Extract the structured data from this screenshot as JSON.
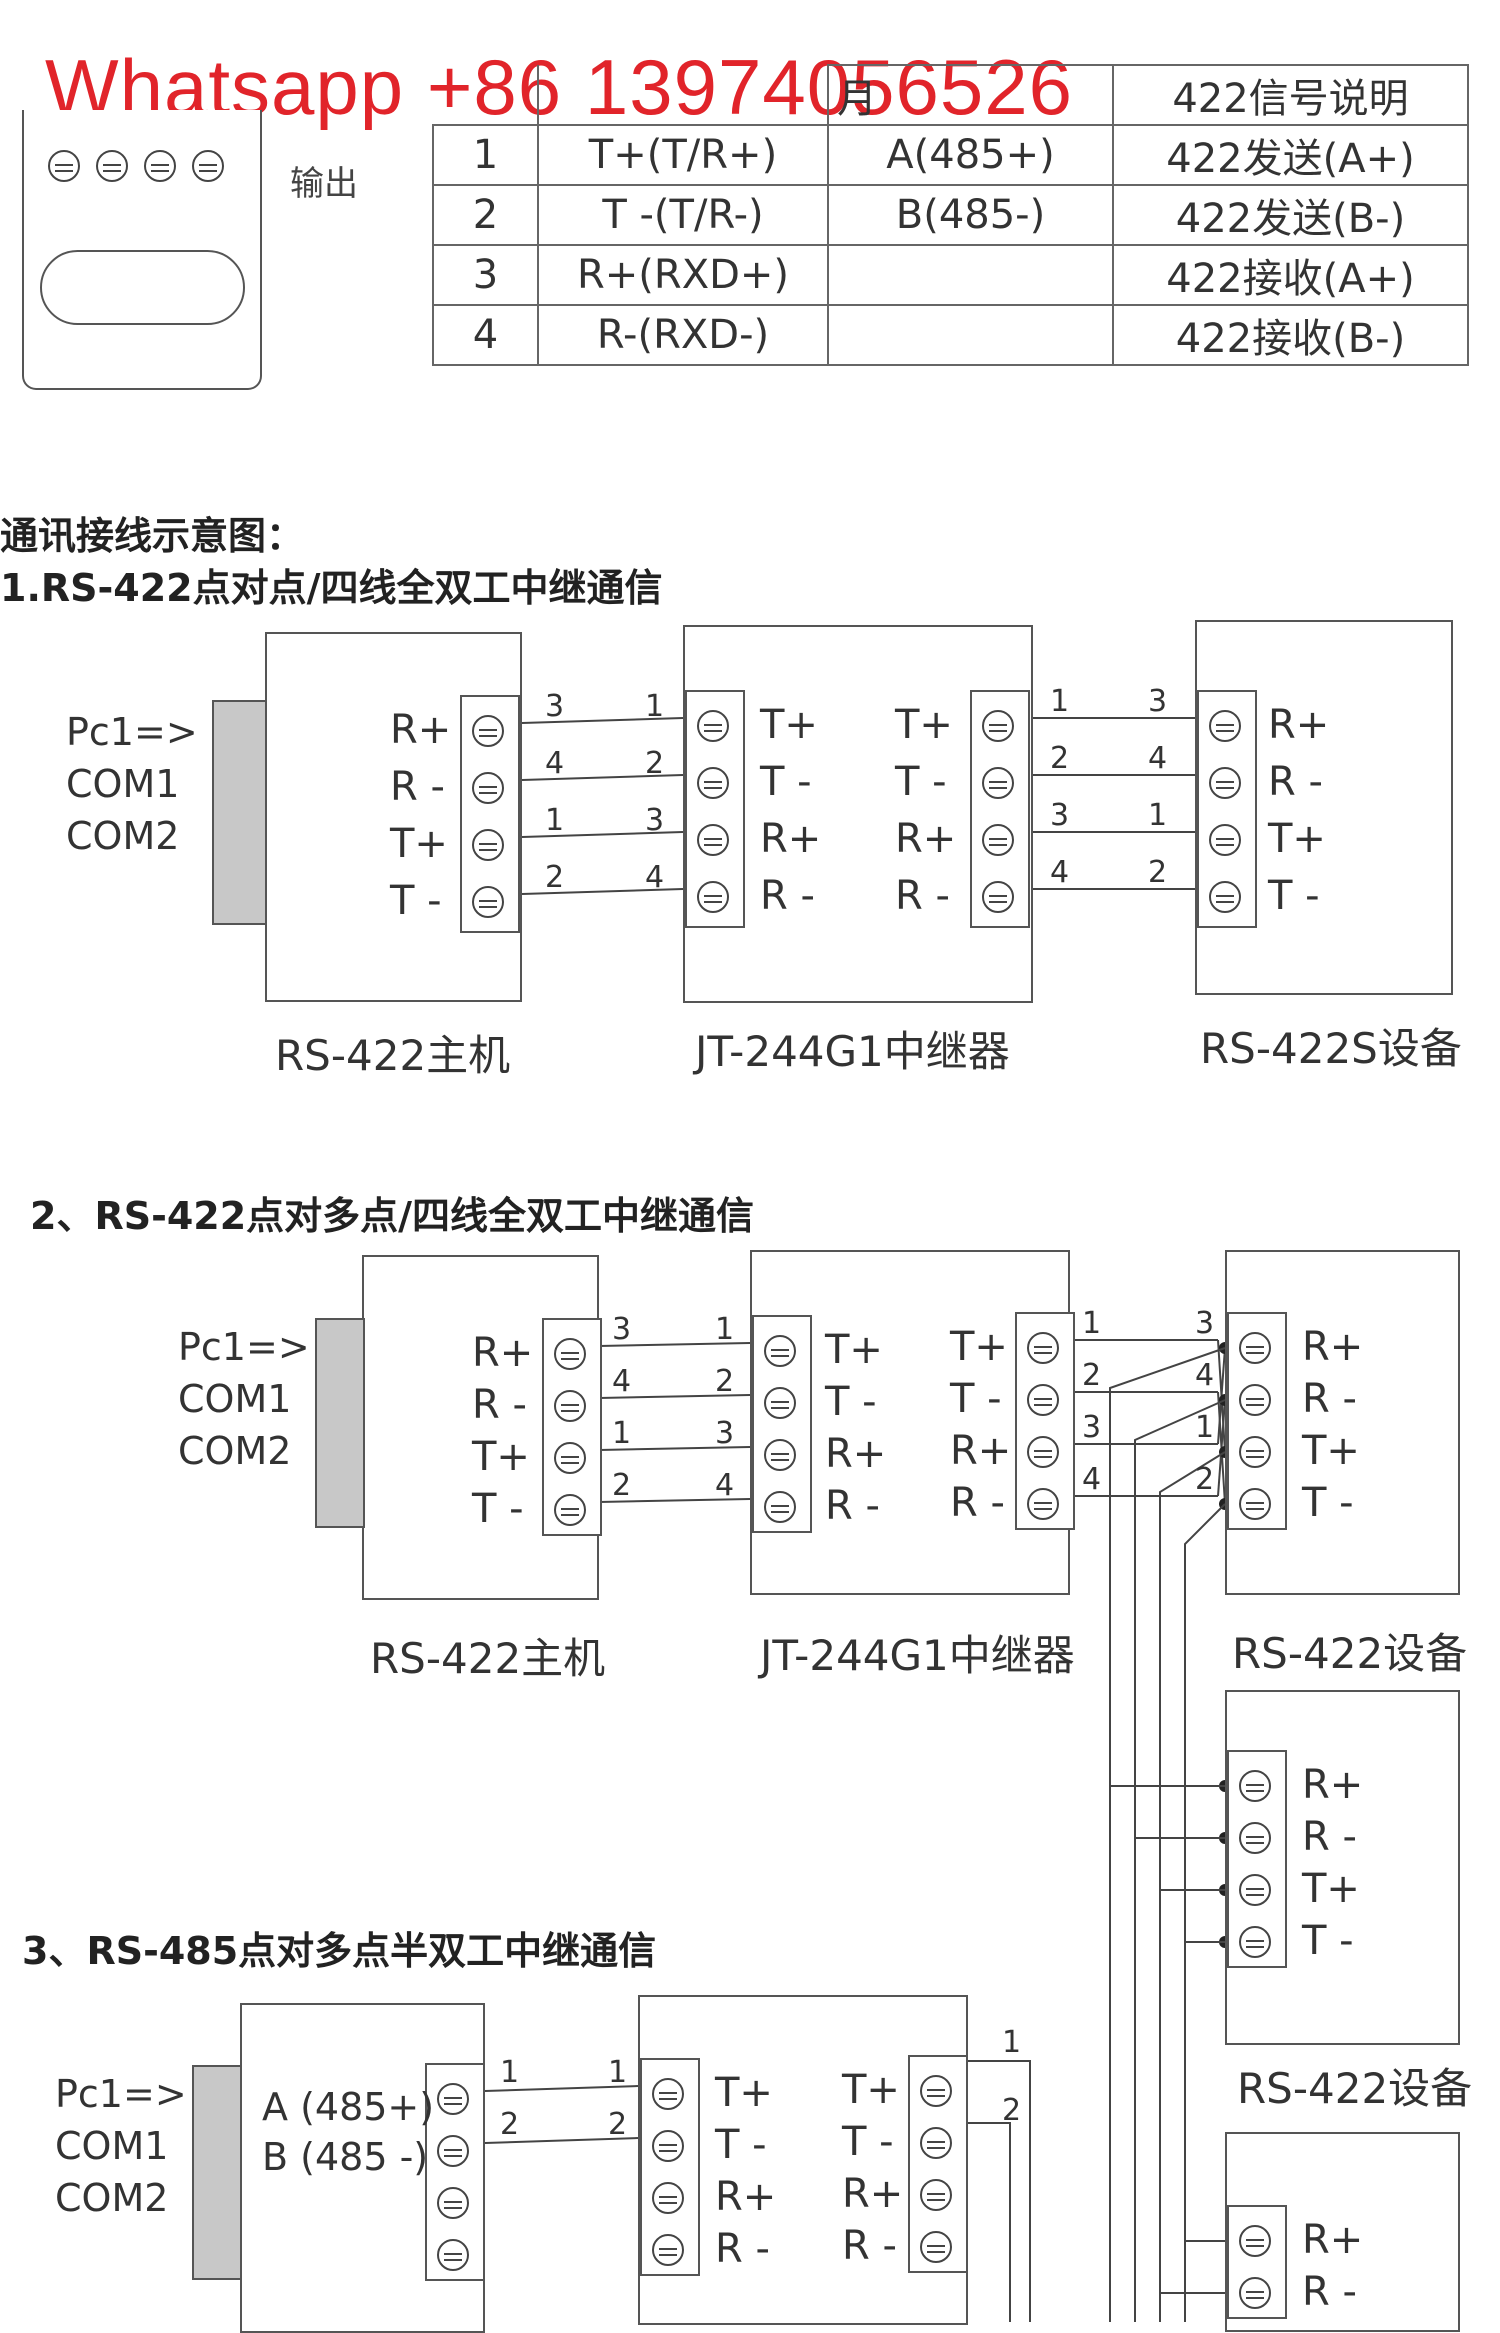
{
  "watermark": "Whatsapp +86 13974056526",
  "top_device": {
    "output_label": "输出"
  },
  "signal_table": {
    "header_partial": "月",
    "header": "422信号说明",
    "rows": [
      {
        "no": "1",
        "terminal": "T+(T/R+)",
        "rs485": "A(485+)",
        "desc": "422发送(A+)"
      },
      {
        "no": "2",
        "terminal": "T -(T/R-)",
        "rs485": "B(485-)",
        "desc": "422发送(B-)"
      },
      {
        "no": "3",
        "terminal": "R+(RXD+)",
        "rs485": "",
        "desc": "422接收(A+)"
      },
      {
        "no": "4",
        "terminal": "R-(RXD-)",
        "rs485": "",
        "desc": "422接收(B-)"
      }
    ]
  },
  "sections": {
    "heading": "通讯接线示意图：",
    "s1": "1.RS-422点对点/四线全双工中继通信",
    "s2": "2、RS-422点对多点/四线全双工中继通信",
    "s3": "3、RS-485点对多点半双工中继通信"
  },
  "pc_labels": [
    "Pc1=>",
    "COM1",
    "COM2"
  ],
  "pins_host": [
    "R+",
    "R -",
    "T+",
    "T -"
  ],
  "pins_repeater_in": [
    "T+",
    "T -",
    "R+",
    "R -"
  ],
  "pins_repeater_out": [
    "T+",
    "T -",
    "R+",
    "R -"
  ],
  "pins_device": [
    "R+",
    "R -",
    "T+",
    "T -"
  ],
  "pins_485_host": [
    "A (485+)",
    "B (485 -)"
  ],
  "captions": {
    "host": "RS-422主机",
    "repeater": "JT-244G1中继器",
    "device_s": "RS-422S设备",
    "device": "RS-422设备"
  },
  "wire_numbers": {
    "host_left": [
      "3",
      "4",
      "1",
      "2"
    ],
    "host_right": [
      "1",
      "2",
      "3",
      "4"
    ],
    "rep_left": [
      "1",
      "2",
      "3",
      "4"
    ],
    "rep_right": [
      "3",
      "4",
      "1",
      "2"
    ],
    "s3_left": [
      "1",
      "2"
    ],
    "s3_right": [
      "1",
      "2"
    ],
    "s3_out": [
      "1",
      "2"
    ]
  }
}
